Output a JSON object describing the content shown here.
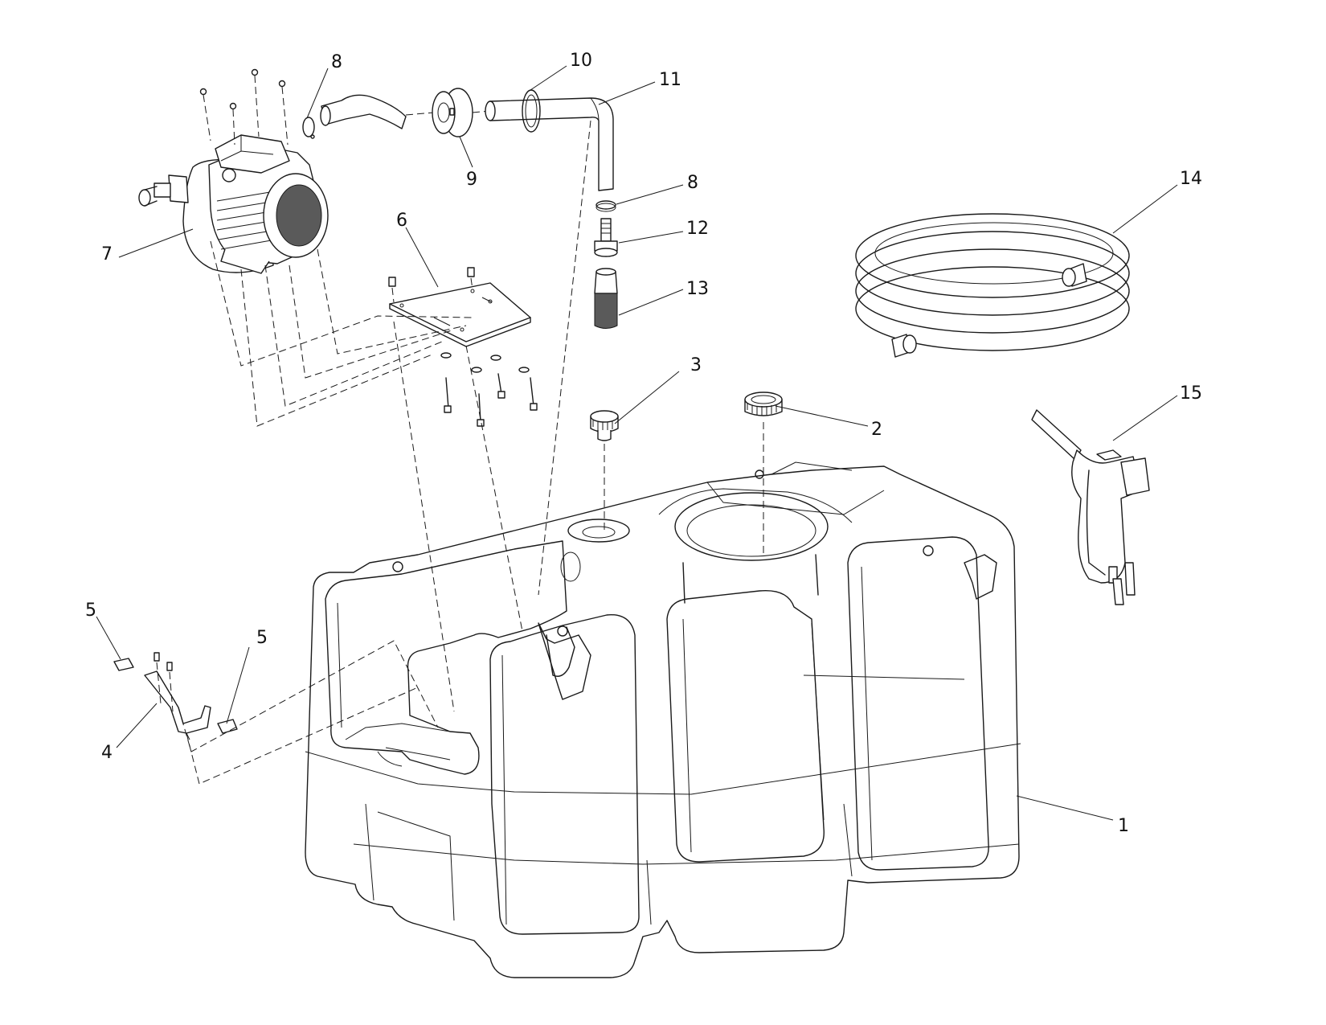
{
  "title": "Tank pump kit exploded view",
  "callouts": [
    {
      "id": "c1",
      "label": "1",
      "part": "tank"
    },
    {
      "id": "c2",
      "label": "2",
      "part": "fill-cap"
    },
    {
      "id": "c3",
      "label": "3",
      "part": "vent-cap"
    },
    {
      "id": "c4",
      "label": "4",
      "part": "nozzle-bracket"
    },
    {
      "id": "c5a",
      "label": "5",
      "part": "rubber-pad"
    },
    {
      "id": "c5b",
      "label": "5",
      "part": "rubber-pad"
    },
    {
      "id": "c6",
      "label": "6",
      "part": "pump-mounting-plate"
    },
    {
      "id": "c7",
      "label": "7",
      "part": "electric-pump"
    },
    {
      "id": "c8a",
      "label": "8",
      "part": "hose-clamp"
    },
    {
      "id": "c8b",
      "label": "8",
      "part": "hose-clamp"
    },
    {
      "id": "c9",
      "label": "9",
      "part": "bulkhead-fitting"
    },
    {
      "id": "c10",
      "label": "10",
      "part": "gasket-ring"
    },
    {
      "id": "c11",
      "label": "11",
      "part": "suction-pipe"
    },
    {
      "id": "c12",
      "label": "12",
      "part": "hose-barb-fitting"
    },
    {
      "id": "c13",
      "label": "13",
      "part": "suction-filter"
    },
    {
      "id": "c14",
      "label": "14",
      "part": "delivery-hose"
    },
    {
      "id": "c15",
      "label": "15",
      "part": "dispensing-nozzle"
    }
  ]
}
